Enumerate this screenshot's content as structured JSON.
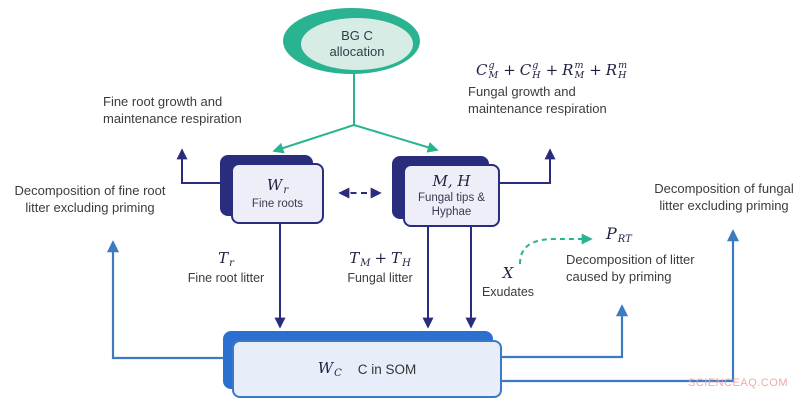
{
  "palette": {
    "teal": "#2ab391",
    "teal_light": "#d6ece4",
    "navy": "#2a2d7d",
    "navy_box_fill": "#edeef7",
    "blue": "#2b70d0",
    "blue_arrow": "#3d7abf",
    "blue_box_fill": "#e7eefa",
    "text": "#3c3c3c"
  },
  "allocation": {
    "line1": "BG C",
    "line2": "allocation"
  },
  "pools": {
    "fine_roots": {
      "symbol": {
        "base": "W",
        "sub": "r"
      },
      "label": "Fine roots"
    },
    "fungal": {
      "symbol": "M, H",
      "label_line1": "Fungal tips &",
      "label_line2": "Hyphae"
    },
    "som": {
      "symbol": {
        "base": "W",
        "sub": "C"
      },
      "label": "C in SOM"
    }
  },
  "fluxes": {
    "root_respiration": {
      "line1": "Fine root growth and",
      "line2": "maintenance respiration"
    },
    "fungal_respiration": {
      "formula": [
        {
          "base": "C",
          "sup": "g",
          "sub": "M"
        },
        {
          "op": "+"
        },
        {
          "base": "C",
          "sup": "g",
          "sub": "H"
        },
        {
          "op": "+"
        },
        {
          "base": "R",
          "sup": "m",
          "sub": "M"
        },
        {
          "op": "+"
        },
        {
          "base": "R",
          "sup": "m",
          "sub": "H"
        }
      ],
      "line1": "Fungal growth and",
      "line2": "maintenance respiration"
    },
    "root_litter": {
      "symbol": {
        "base": "T",
        "sub": "r"
      },
      "label": "Fine root litter"
    },
    "fungal_litter": {
      "formula": [
        {
          "base": "T",
          "sub": "M"
        },
        {
          "op": "+"
        },
        {
          "base": "T",
          "sub": "H"
        }
      ],
      "label": "Fungal litter"
    },
    "exudates": {
      "symbol": "X",
      "label": "Exudates"
    },
    "priming": {
      "symbol": {
        "base": "P",
        "sub": "RT"
      },
      "line1": "Decomposition of litter",
      "line2": "caused by priming"
    },
    "decomposition_root": {
      "line1": "Decomposition of fine root",
      "line2": "litter excluding priming"
    },
    "decomposition_fungal": {
      "line1": "Decomposition of fungal",
      "line2": "litter excluding priming"
    }
  },
  "watermark": "SCIENCEAQ.COM"
}
